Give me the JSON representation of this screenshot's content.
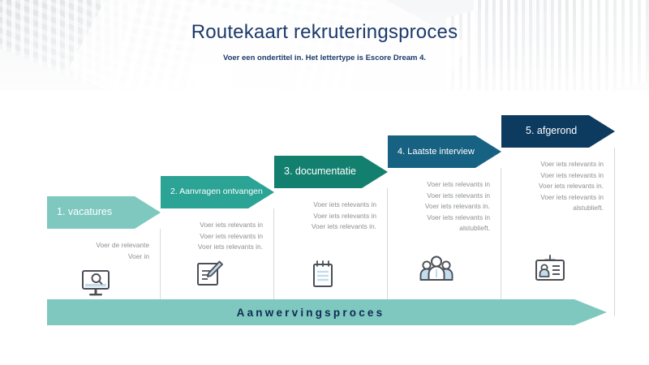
{
  "header": {
    "title": "Routekaart rekruteringsproces",
    "subtitle": "Voer een ondertitel in. Het lettertype is Escore Dream 4.",
    "title_color": "#1b3a6b",
    "background_image": "city-skyscrapers-grayscale"
  },
  "process": {
    "banner_label": "Aanwervingsproces",
    "banner_color": "#7ec8c0",
    "banner_text_color": "#102a52",
    "steps": [
      {
        "label": "1. vacatures",
        "color": "#7ec8c0",
        "icon": "monitor-search-icon",
        "description": [
          "Voer de relevante",
          "Voer in"
        ]
      },
      {
        "label": "2. Aanvragen ontvangen",
        "color": "#2ba395",
        "icon": "document-pencil-icon",
        "description": [
          "Voer iets relevants in",
          "Voer iets relevants in",
          "Voer iets relevants in."
        ]
      },
      {
        "label": "3. documentatie",
        "color": "#13806f",
        "icon": "notepad-icon",
        "description": [
          "Voer iets relevants in",
          "Voer iets relevants in",
          "Voer iets relevants in."
        ]
      },
      {
        "label": "4. Laatste interview",
        "color": "#176182",
        "icon": "people-group-icon",
        "description": [
          "Voer iets relevants in",
          "Voer iets relevants in",
          "Voer iets relevants in.",
          "Voer iets relevants in",
          "alstublieft."
        ]
      },
      {
        "label": "5. afgerond",
        "color": "#0d3a5f",
        "icon": "id-badge-icon",
        "description": [
          "Voer iets relevants in",
          "Voer iets relevants in",
          "Voer iets relevants in.",
          "Voer iets relevants in",
          "alstublieft."
        ]
      }
    ]
  }
}
